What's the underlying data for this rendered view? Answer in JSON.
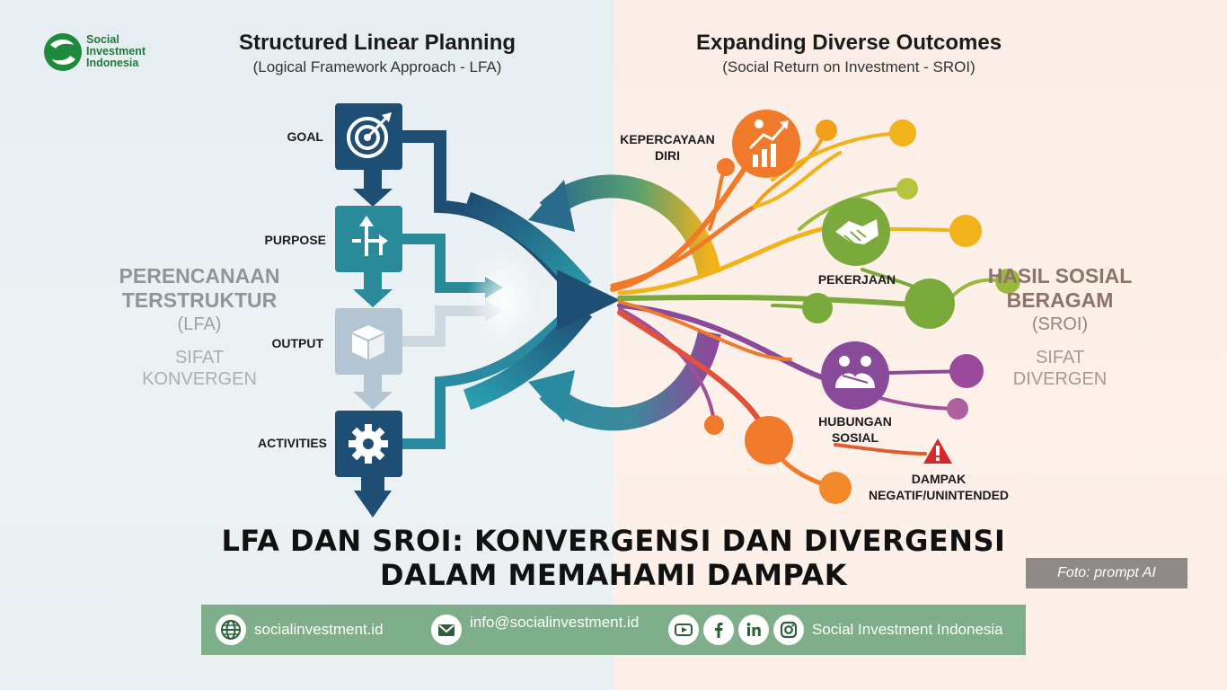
{
  "brand": {
    "logo_line1": "Social",
    "logo_line2": "Investment",
    "logo_line3": "Indonesia"
  },
  "left_panel": {
    "title": "Structured Linear Planning",
    "subtitle": "(Logical Framework Approach - LFA)",
    "steps": [
      {
        "label": "GOAL",
        "icon": "target-icon",
        "color": "#1f4e75"
      },
      {
        "label": "PURPOSE",
        "icon": "direction-arrows-icon",
        "color": "#2a8a9a"
      },
      {
        "label": "OUTPUT",
        "icon": "box-icon",
        "color": "#b3c4d2"
      },
      {
        "label": "ACTIVITIES",
        "icon": "gear-icon",
        "color": "#1f4e75"
      }
    ],
    "side_big": [
      "PERENCANAAN",
      "TERSTRUKTUR"
    ],
    "side_mid": "(LFA)",
    "side_small": [
      "SIFAT",
      "KONVERGEN"
    ]
  },
  "right_panel": {
    "title": "Expanding Diverse Outcomes",
    "subtitle": "(Social Return on Investment - SROI)",
    "outcomes": [
      {
        "lines": [
          "KEPERCAYAAN",
          "DIRI"
        ],
        "icon": "growth-chart-icon",
        "color": "#f07a2a"
      },
      {
        "lines": [
          "PEKERJAAN"
        ],
        "icon": "handshake-icon",
        "color": "#7aaa3c"
      },
      {
        "lines": [
          "HUBUNGAN",
          "SOSIAL"
        ],
        "icon": "people-hug-icon",
        "color": "#8a4a9a"
      },
      {
        "lines": [
          "DAMPAK",
          "NEGATIF/UNINTENDED"
        ],
        "icon": "warning-icon",
        "color": "#d62a2a"
      }
    ],
    "side_big": [
      "HASIL SOSIAL",
      "BERAGAM"
    ],
    "side_mid": "(SROI)",
    "side_small": [
      "SIFAT",
      "DIVERGEN"
    ]
  },
  "main_title": [
    "LFA DAN SROI: KONVERGENSI DAN DIVERGENSI",
    "DALAM MEMAHAMI DAMPAK"
  ],
  "photo_credit": "Foto: prompt AI",
  "footer": {
    "website": "socialinvestment.id",
    "email": "info@socialinvestment.id",
    "social_name": "Social Investment Indonesia",
    "social_icons": [
      "youtube-icon",
      "facebook-icon",
      "linkedin-icon",
      "instagram-icon"
    ]
  },
  "colors": {
    "navy": "#1f4e75",
    "teal": "#2a8a9a",
    "light_steel": "#b3c4d2",
    "orange": "#f07a2a",
    "yellow": "#f2b21a",
    "green": "#7aaa3c",
    "purple": "#8a4a9a",
    "red": "#d62a2a",
    "footer_green": "#7fae8a"
  }
}
